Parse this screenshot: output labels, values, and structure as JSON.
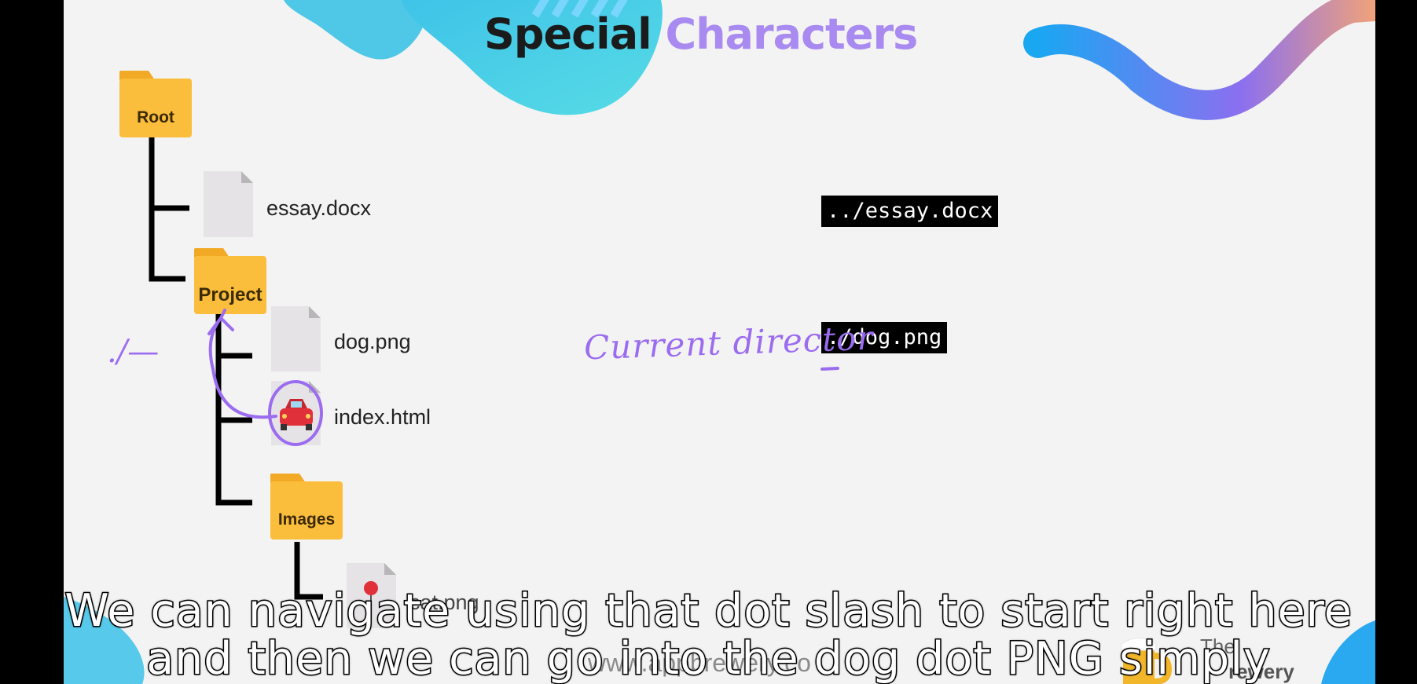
{
  "slide": {
    "title_part1": "Special",
    "title_part2": "Characters"
  },
  "tree": {
    "root_label": "Root",
    "essay_label": "essay.docx",
    "project_label": "Project",
    "dog_label": "dog.png",
    "index_label": "index.html",
    "images_label": "Images",
    "cat_label": "cat.png"
  },
  "paths": {
    "parent_path": "../essay.docx",
    "current_path": "./dog.png"
  },
  "annotations": {
    "current_dir_note": "Current director",
    "dot_slash_note": "./—"
  },
  "watermark": {
    "text": "www.appbrewery.co",
    "logo_word1": "The",
    "logo_word2": "rewery"
  },
  "captions": {
    "line1": "We can navigate using that dot slash to start right here",
    "line2": "and then we can go into the dog dot PNG simply"
  },
  "colors": {
    "folder": "#fbbd3c",
    "annotation_purple": "#9b6cf0",
    "title_accent": "#a98af0"
  }
}
